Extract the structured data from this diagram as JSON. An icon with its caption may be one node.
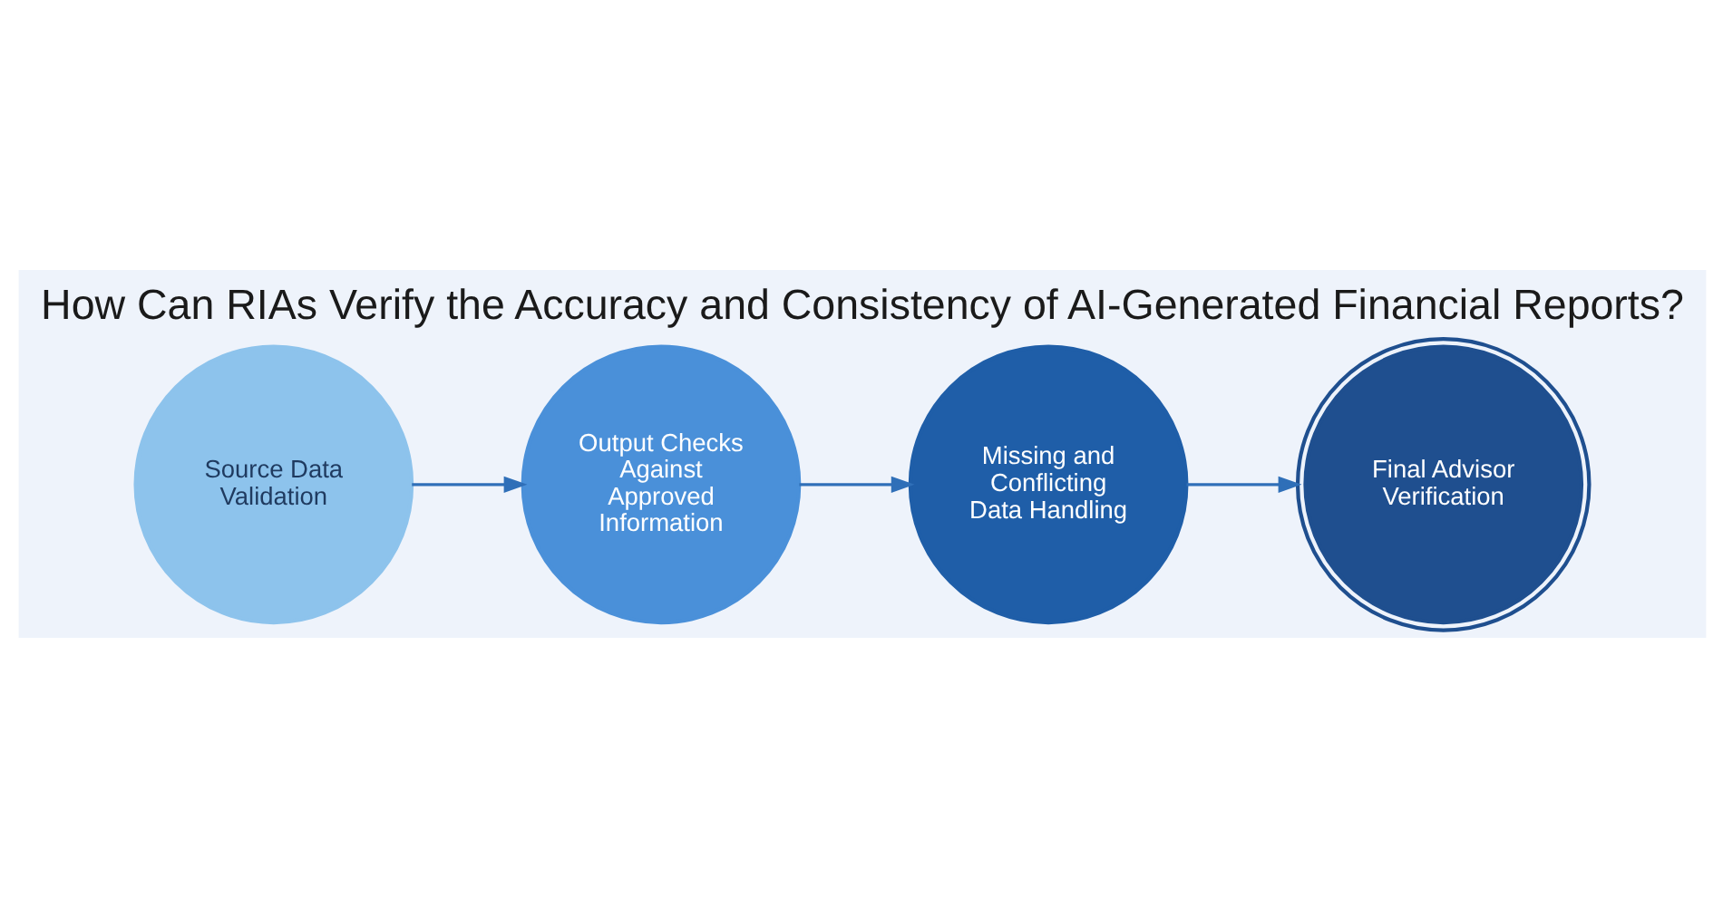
{
  "diagram": {
    "title": "How Can RIAs Verify the Accuracy and Consistency of AI-Generated Financial Reports?",
    "nodes": [
      {
        "text": [
          "Source Data Validation"
        ]
      },
      {
        "text": [
          "Output Checks Against Approved Information"
        ]
      },
      {
        "text": [
          "Missing and Conflicting Data Handling"
        ]
      },
      {
        "text": [
          "Final Advisor Verification"
        ]
      }
    ],
    "edges": [
      {
        "from": 0,
        "to": 1,
        "arrow": "to"
      },
      {
        "from": 1,
        "to": 2,
        "arrow": "to"
      },
      {
        "from": 2,
        "to": 3,
        "arrow": "to"
      }
    ]
  }
}
